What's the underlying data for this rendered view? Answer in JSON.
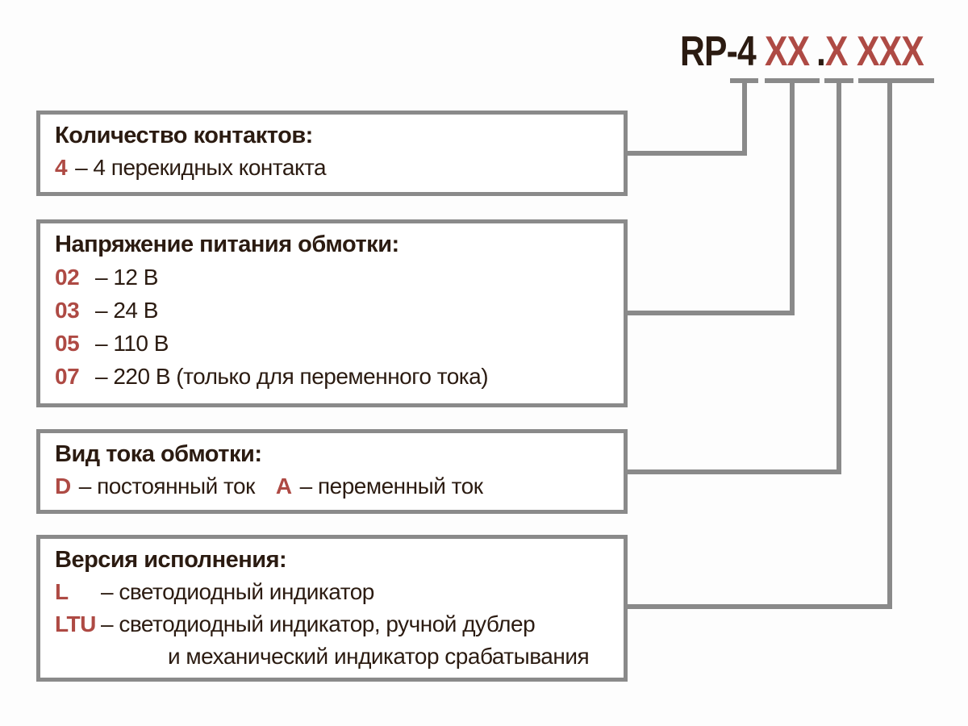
{
  "code": {
    "prefix": "RP-4",
    "voltage_placeholder": "XX",
    "dot": ".",
    "current_placeholder": "X",
    "version_placeholder": "XXX"
  },
  "boxes": [
    {
      "title": "Количество контактов:",
      "lines": [
        {
          "code": "4",
          "text": "– 4 перекидных контакта"
        }
      ]
    },
    {
      "title": "Напряжение питания обмотки:",
      "lines": [
        {
          "code": "02",
          "text": "– 12 В"
        },
        {
          "code": "03",
          "text": "– 24 В"
        },
        {
          "code": "05",
          "text": "– 110 В"
        },
        {
          "code": "07",
          "text": "– 220 В (только для переменного тока)"
        }
      ]
    },
    {
      "title": "Вид тока обмотки:",
      "lines": [
        {
          "code": "D",
          "text": "– постоянный ток"
        },
        {
          "code": "A",
          "text": "– переменный ток"
        }
      ]
    },
    {
      "title": "Версия исполнения:",
      "lines": [
        {
          "code": "L",
          "text": "– светодиодный индикатор"
        },
        {
          "code": "LTU",
          "text": "– светодиодный индикатор, ручной дублер"
        },
        {
          "code": "",
          "text": "и механический индикатор срабатывания"
        }
      ]
    }
  ],
  "colors": {
    "accent_red": "#ae4a44",
    "text_dark": "#2b1b11",
    "line_gray": "#8a8a8a",
    "background": "#fdfdfd"
  }
}
